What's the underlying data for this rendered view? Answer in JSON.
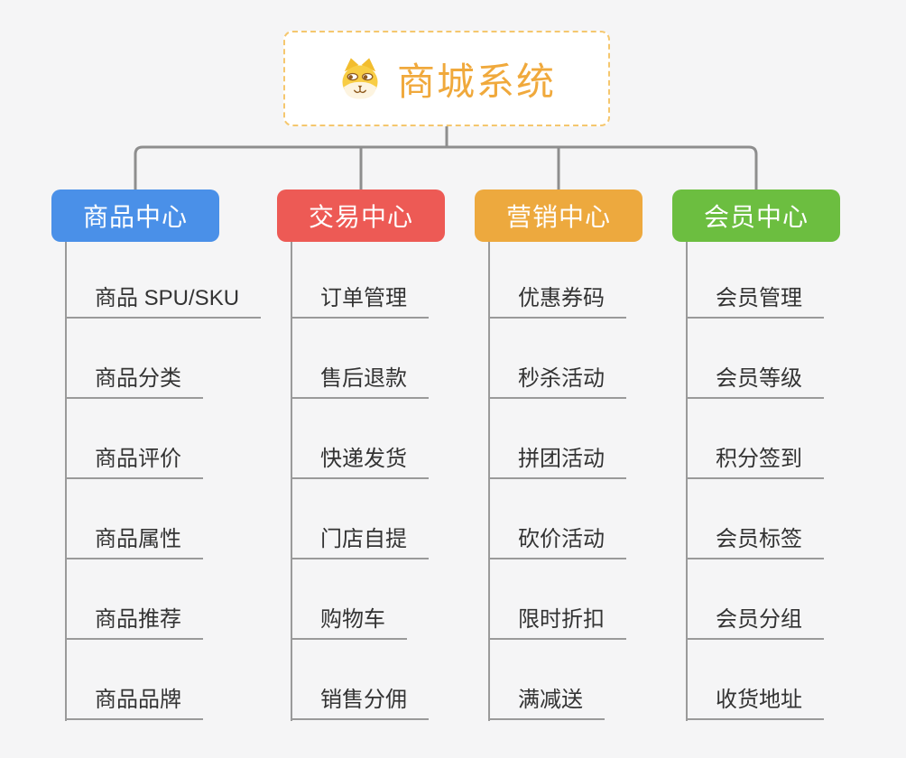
{
  "page": {
    "background_color": "#f5f5f6"
  },
  "root": {
    "title": "商城系统",
    "title_color": "#f0a93c",
    "border_color": "#f5c76e",
    "icon": "doge-icon"
  },
  "connectors": {
    "tree_line_color": "#8e8e8e",
    "leaf_line_color": "#9a9a9a"
  },
  "branches": [
    {
      "id": "product-center",
      "label": "商品中心",
      "color": "#4a90e8",
      "children": [
        "商品 SPU/SKU",
        "商品分类",
        "商品评价",
        "商品属性",
        "商品推荐",
        "商品品牌"
      ]
    },
    {
      "id": "trade-center",
      "label": "交易中心",
      "color": "#ed5a55",
      "children": [
        "订单管理",
        "售后退款",
        "快递发货",
        "门店自提",
        "购物车",
        "销售分佣"
      ]
    },
    {
      "id": "marketing-center",
      "label": "营销中心",
      "color": "#eda93e",
      "children": [
        "优惠券码",
        "秒杀活动",
        "拼团活动",
        "砍价活动",
        "限时折扣",
        "满减送"
      ]
    },
    {
      "id": "member-center",
      "label": "会员中心",
      "color": "#6cbe40",
      "children": [
        "会员管理",
        "会员等级",
        "积分签到",
        "会员标签",
        "会员分组",
        "收货地址"
      ]
    }
  ]
}
